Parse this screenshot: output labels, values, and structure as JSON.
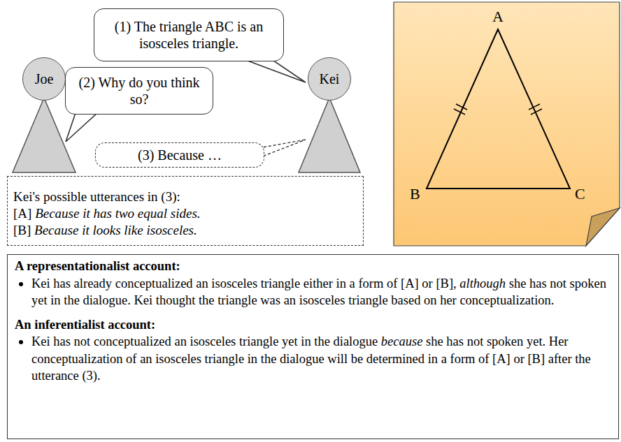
{
  "diagram": {
    "nodes": [
      {
        "text": [
          "Joe"
        ]
      },
      {
        "text": [
          "(1) The triangle ABC is an isosceles triangle."
        ]
      },
      {
        "text": [
          "Kei"
        ]
      },
      {
        "text": [
          "(2) Why do you think so?"
        ]
      },
      {
        "text": [
          "(3) Because …"
        ]
      },
      {
        "text": [
          "Kei's possible utterances in (3):",
          "[A]",
          "Because it has two equal sides.",
          "[B]",
          "Because it looks like isosceles."
        ]
      },
      {
        "text": [
          "A representationalist account:",
          "Kei has already conceptualized an isosceles triangle either in a form of [A] or [B],",
          "although",
          "she has not spoken yet in the dialogue. Kei thought the triangle was an isosceles triangle based on her conceptualization.",
          "An inferentialist account:",
          "Kei has not conceptualized an isosceles triangle yet in the dialogue",
          "because",
          "she has not spoken yet. Her conceptualization of an isosceles triangle in the dialogue will be determined in a form of [A] or [B] after the utterance (3)."
        ]
      }
    ],
    "labels": [
      "A",
      "B",
      "C"
    ]
  }
}
